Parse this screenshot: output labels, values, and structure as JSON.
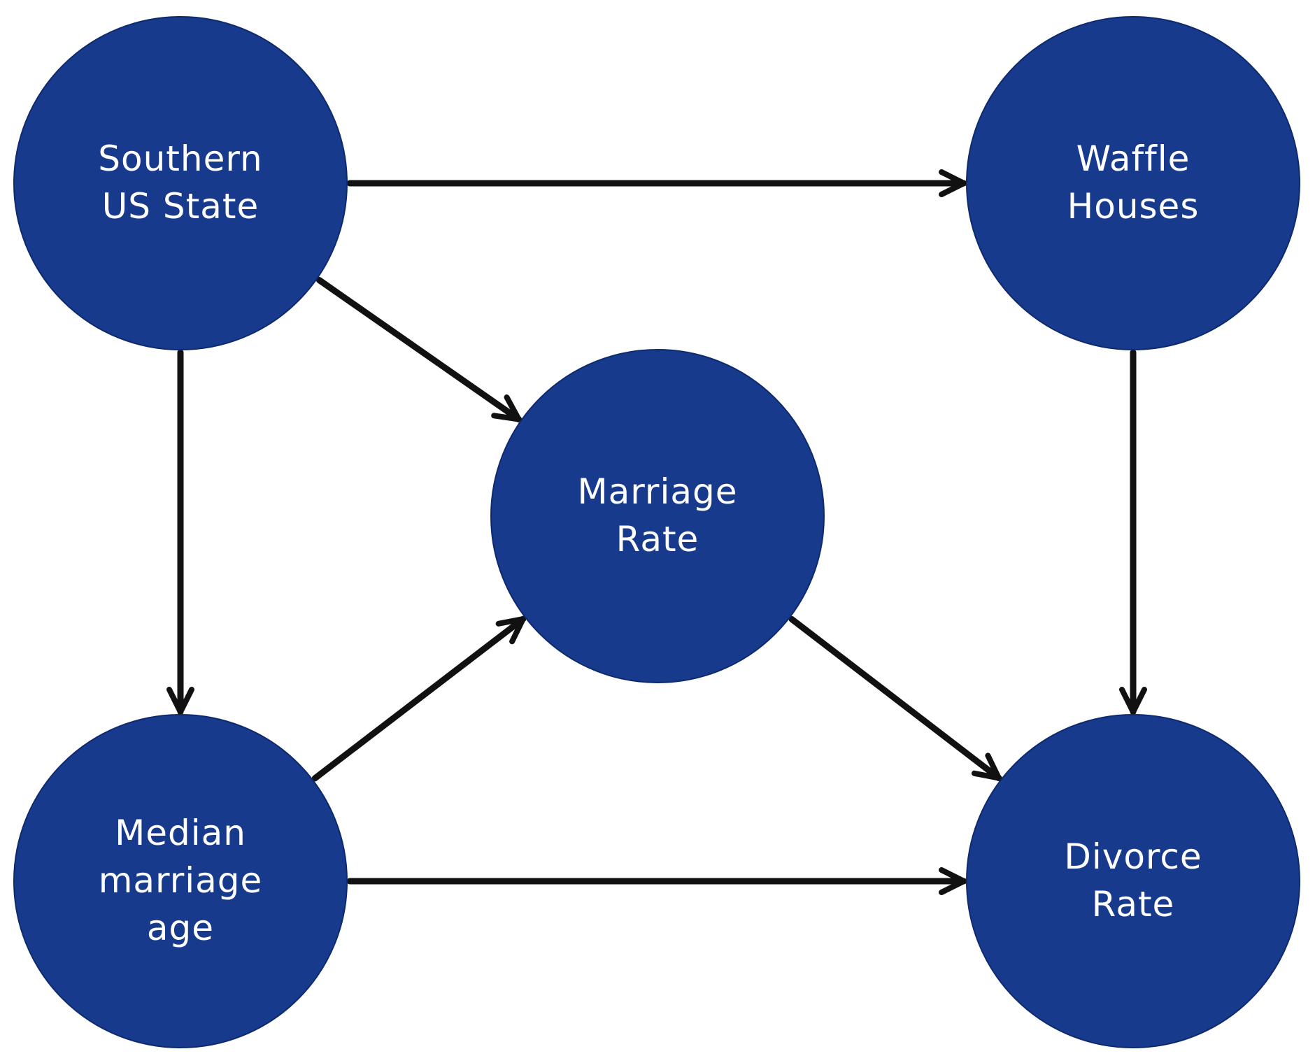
{
  "colors": {
    "node_fill": "#173a8c",
    "node_text": "#ffffff",
    "edge": "#111111"
  },
  "nodes": [
    {
      "id": "southern",
      "lines": [
        "Southern",
        "US State"
      ]
    },
    {
      "id": "waffle",
      "lines": [
        "Waffle",
        "Houses"
      ]
    },
    {
      "id": "marriage",
      "lines": [
        "Marriage",
        "Rate"
      ]
    },
    {
      "id": "median",
      "lines": [
        "Median",
        "marriage",
        "age"
      ]
    },
    {
      "id": "divorce",
      "lines": [
        "Divorce",
        "Rate"
      ]
    }
  ],
  "edges": [
    {
      "from": "southern",
      "to": "waffle"
    },
    {
      "from": "southern",
      "to": "marriage"
    },
    {
      "from": "southern",
      "to": "median"
    },
    {
      "from": "waffle",
      "to": "divorce"
    },
    {
      "from": "median",
      "to": "marriage"
    },
    {
      "from": "median",
      "to": "divorce"
    },
    {
      "from": "marriage",
      "to": "divorce"
    }
  ]
}
